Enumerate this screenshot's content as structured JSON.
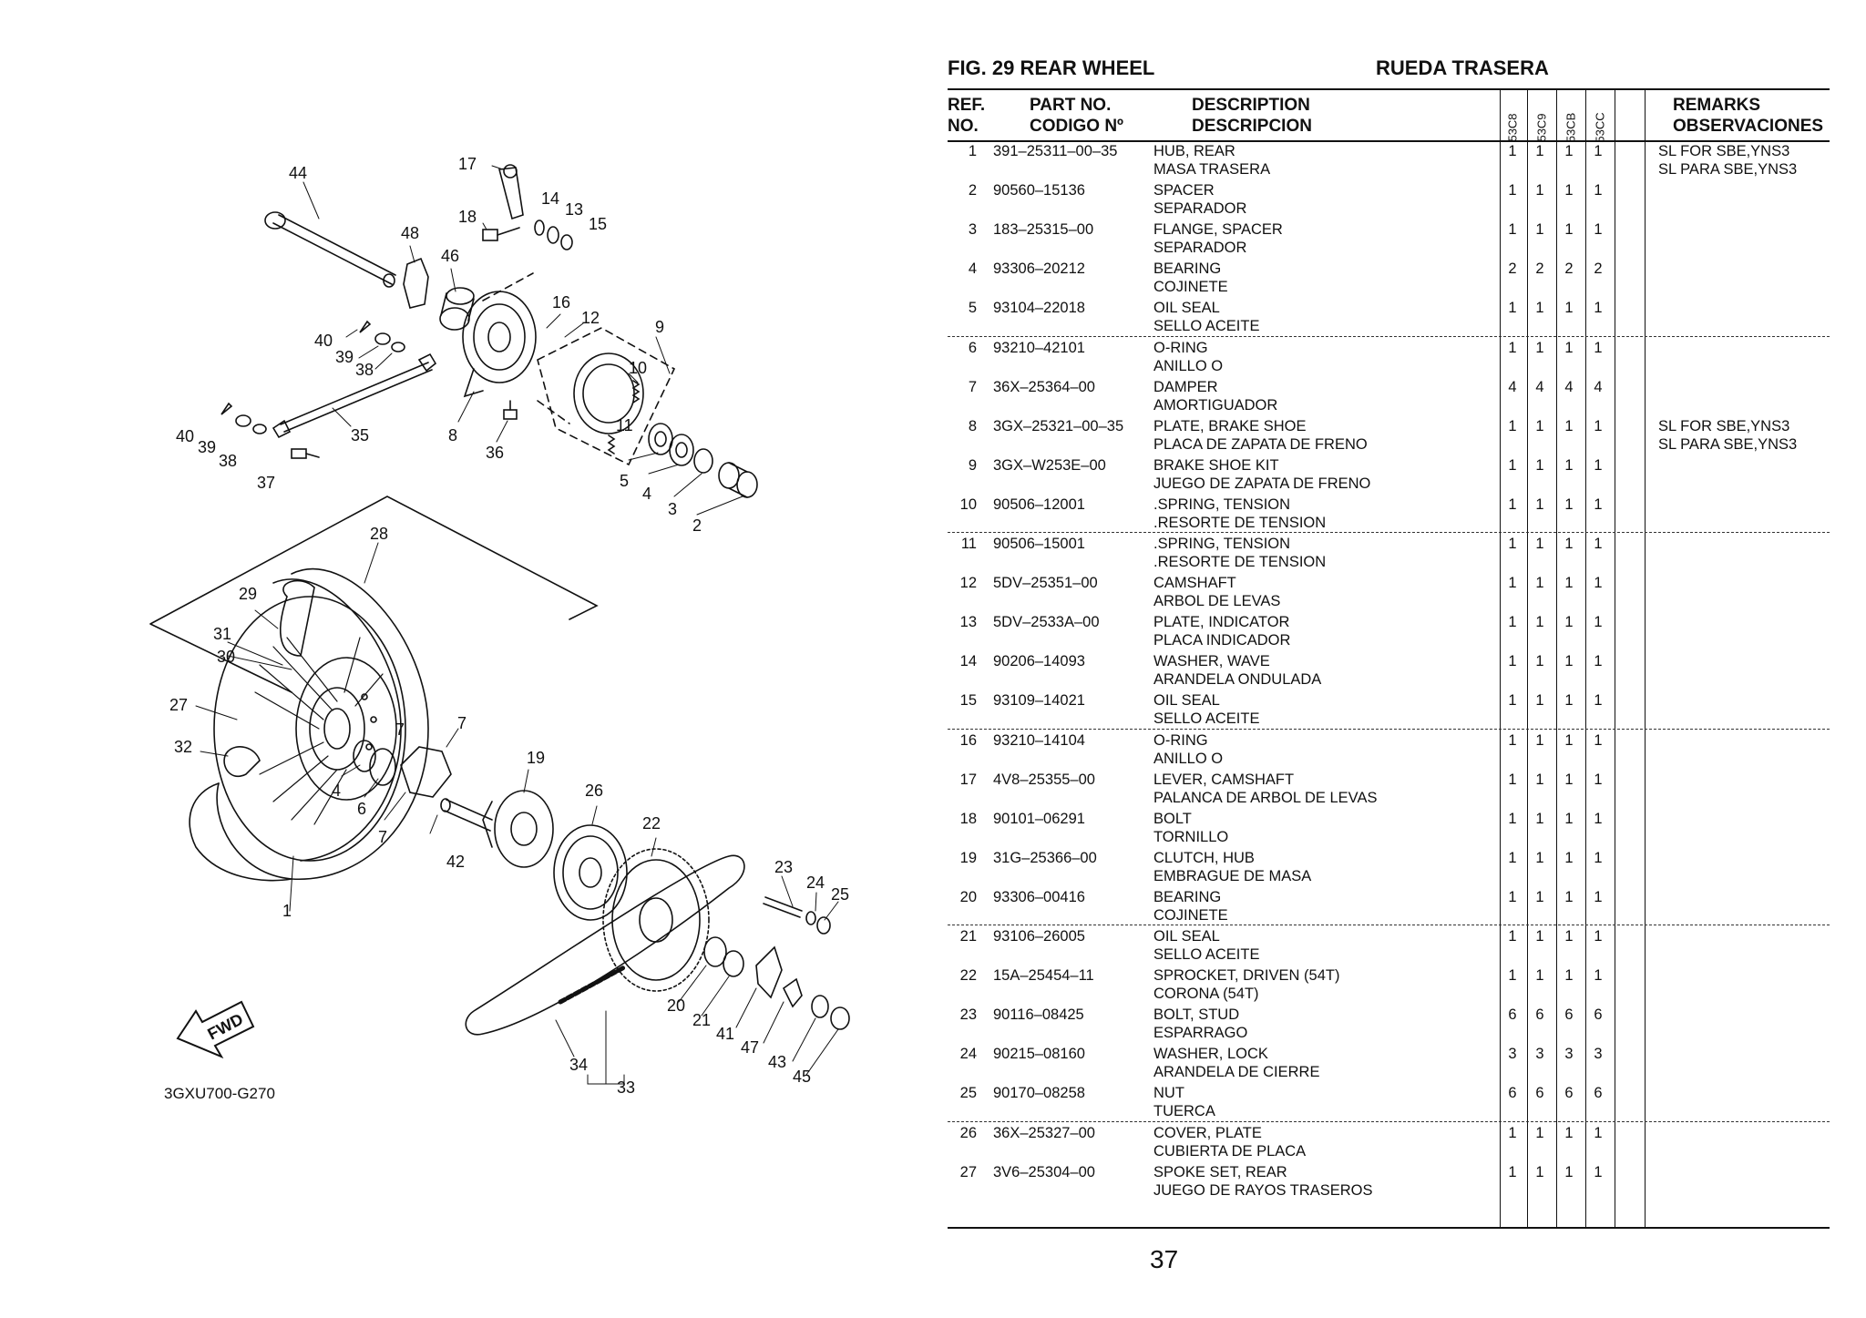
{
  "header": {
    "fig_label": "FIG.   29   REAR WHEEL",
    "fig_title_es": "RUEDA TRASERA"
  },
  "columns": {
    "ref_en": "REF.",
    "ref_es": "NO.",
    "part_en": "PART NO.",
    "part_es": "CODIGO Nº",
    "desc_en": "DESCRIPTION",
    "desc_es": "DESCRIPCION",
    "models": [
      "53C8",
      "53C9",
      "53CB",
      "53CC"
    ],
    "remarks_en": "REMARKS",
    "remarks_es": "OBSERVACIONES"
  },
  "parts": [
    {
      "ref": "1",
      "part": "391–25311–00–35",
      "desc_en": "HUB, REAR",
      "desc_es": "MASA  TRASERA",
      "qty": [
        "1",
        "1",
        "1",
        "1"
      ],
      "remark_en": "SL FOR SBE,YNS3",
      "remark_es": "SL PARA SBE,YNS3"
    },
    {
      "ref": "2",
      "part": "90560–15136",
      "desc_en": "SPACER",
      "desc_es": "SEPARADOR",
      "qty": [
        "1",
        "1",
        "1",
        "1"
      ],
      "remark_en": "",
      "remark_es": ""
    },
    {
      "ref": "3",
      "part": "183–25315–00",
      "desc_en": "FLANGE, SPACER",
      "desc_es": "SEPARADOR",
      "qty": [
        "1",
        "1",
        "1",
        "1"
      ],
      "remark_en": "",
      "remark_es": ""
    },
    {
      "ref": "4",
      "part": "93306–20212",
      "desc_en": "BEARING",
      "desc_es": "COJINETE",
      "qty": [
        "2",
        "2",
        "2",
        "2"
      ],
      "remark_en": "",
      "remark_es": ""
    },
    {
      "ref": "5",
      "part": "93104–22018",
      "desc_en": "OIL SEAL",
      "desc_es": "SELLO ACEITE",
      "qty": [
        "1",
        "1",
        "1",
        "1"
      ],
      "remark_en": "",
      "remark_es": ""
    },
    {
      "ref": "6",
      "part": "93210–42101",
      "desc_en": "O-RING",
      "desc_es": "ANILLO O",
      "qty": [
        "1",
        "1",
        "1",
        "1"
      ],
      "remark_en": "",
      "remark_es": ""
    },
    {
      "ref": "7",
      "part": "36X–25364–00",
      "desc_en": "DAMPER",
      "desc_es": "AMORTIGUADOR",
      "qty": [
        "4",
        "4",
        "4",
        "4"
      ],
      "remark_en": "",
      "remark_es": ""
    },
    {
      "ref": "8",
      "part": "3GX–25321–00–35",
      "desc_en": "PLATE, BRAKE SHOE",
      "desc_es": "PLACA  DE ZAPATA DE FRENO",
      "qty": [
        "1",
        "1",
        "1",
        "1"
      ],
      "remark_en": "SL FOR SBE,YNS3",
      "remark_es": "SL PARA SBE,YNS3"
    },
    {
      "ref": "9",
      "part": "3GX–W253E–00",
      "desc_en": "BRAKE SHOE KIT",
      "desc_es": "JUEGO DE ZAPATA DE FRENO",
      "qty": [
        "1",
        "1",
        "1",
        "1"
      ],
      "remark_en": "",
      "remark_es": ""
    },
    {
      "ref": "10",
      "part": "90506–12001",
      "desc_en": ".SPRING, TENSION",
      "desc_es": ".RESORTE  DE TENSION",
      "qty": [
        "1",
        "1",
        "1",
        "1"
      ],
      "remark_en": "",
      "remark_es": ""
    },
    {
      "ref": "11",
      "part": "90506–15001",
      "desc_en": ".SPRING, TENSION",
      "desc_es": ".RESORTE  DE TENSION",
      "qty": [
        "1",
        "1",
        "1",
        "1"
      ],
      "remark_en": "",
      "remark_es": ""
    },
    {
      "ref": "12",
      "part": "5DV–25351–00",
      "desc_en": "CAMSHAFT",
      "desc_es": "ARBOL DE LEVAS",
      "qty": [
        "1",
        "1",
        "1",
        "1"
      ],
      "remark_en": "",
      "remark_es": ""
    },
    {
      "ref": "13",
      "part": "5DV–2533A–00",
      "desc_en": "PLATE, INDICATOR",
      "desc_es": "PLACA  INDICADOR",
      "qty": [
        "1",
        "1",
        "1",
        "1"
      ],
      "remark_en": "",
      "remark_es": ""
    },
    {
      "ref": "14",
      "part": "90206–14093",
      "desc_en": "WASHER, WAVE",
      "desc_es": "ARANDELA  ONDULADA",
      "qty": [
        "1",
        "1",
        "1",
        "1"
      ],
      "remark_en": "",
      "remark_es": ""
    },
    {
      "ref": "15",
      "part": "93109–14021",
      "desc_en": "OIL SEAL",
      "desc_es": "SELLO ACEITE",
      "qty": [
        "1",
        "1",
        "1",
        "1"
      ],
      "remark_en": "",
      "remark_es": ""
    },
    {
      "ref": "16",
      "part": "93210–14104",
      "desc_en": "O-RING",
      "desc_es": "ANILLO O",
      "qty": [
        "1",
        "1",
        "1",
        "1"
      ],
      "remark_en": "",
      "remark_es": ""
    },
    {
      "ref": "17",
      "part": "4V8–25355–00",
      "desc_en": "LEVER, CAMSHAFT",
      "desc_es": "PALANCA  DE ARBOL DE LEVAS",
      "qty": [
        "1",
        "1",
        "1",
        "1"
      ],
      "remark_en": "",
      "remark_es": ""
    },
    {
      "ref": "18",
      "part": "90101–06291",
      "desc_en": "BOLT",
      "desc_es": "TORNILLO",
      "qty": [
        "1",
        "1",
        "1",
        "1"
      ],
      "remark_en": "",
      "remark_es": ""
    },
    {
      "ref": "19",
      "part": "31G–25366–00",
      "desc_en": "CLUTCH, HUB",
      "desc_es": "EMBRAGUE  DE MASA",
      "qty": [
        "1",
        "1",
        "1",
        "1"
      ],
      "remark_en": "",
      "remark_es": ""
    },
    {
      "ref": "20",
      "part": "93306–00416",
      "desc_en": "BEARING",
      "desc_es": "COJINETE",
      "qty": [
        "1",
        "1",
        "1",
        "1"
      ],
      "remark_en": "",
      "remark_es": ""
    },
    {
      "ref": "21",
      "part": "93106–26005",
      "desc_en": "OIL SEAL",
      "desc_es": "SELLO ACEITE",
      "qty": [
        "1",
        "1",
        "1",
        "1"
      ],
      "remark_en": "",
      "remark_es": ""
    },
    {
      "ref": "22",
      "part": "15A–25454–11",
      "desc_en": "SPROCKET, DRIVEN (54T)",
      "desc_es": "CORONA (54T)",
      "qty": [
        "1",
        "1",
        "1",
        "1"
      ],
      "remark_en": "",
      "remark_es": ""
    },
    {
      "ref": "23",
      "part": "90116–08425",
      "desc_en": "BOLT, STUD",
      "desc_es": "ESPARRAGO",
      "qty": [
        "6",
        "6",
        "6",
        "6"
      ],
      "remark_en": "",
      "remark_es": ""
    },
    {
      "ref": "24",
      "part": "90215–08160",
      "desc_en": "WASHER, LOCK",
      "desc_es": "ARANDELA  DE CIERRE",
      "qty": [
        "3",
        "3",
        "3",
        "3"
      ],
      "remark_en": "",
      "remark_es": ""
    },
    {
      "ref": "25",
      "part": "90170–08258",
      "desc_en": "NUT",
      "desc_es": "TUERCA",
      "qty": [
        "6",
        "6",
        "6",
        "6"
      ],
      "remark_en": "",
      "remark_es": ""
    },
    {
      "ref": "26",
      "part": "36X–25327–00",
      "desc_en": "COVER, PLATE",
      "desc_es": "CUBIERTA  DE PLACA",
      "qty": [
        "1",
        "1",
        "1",
        "1"
      ],
      "remark_en": "",
      "remark_es": ""
    },
    {
      "ref": "27",
      "part": "3V6–25304–00",
      "desc_en": "SPOKE SET, REAR",
      "desc_es": "JUEGO DE RAYOS  TRASEROS",
      "qty": [
        "1",
        "1",
        "1",
        "1"
      ],
      "remark_en": "",
      "remark_es": ""
    }
  ],
  "diagram": {
    "callouts": [
      "44",
      "17",
      "14",
      "13",
      "15",
      "18",
      "48",
      "46",
      "16",
      "12",
      "9",
      "10",
      "40",
      "39",
      "38",
      "11",
      "35",
      "8",
      "36",
      "5",
      "4",
      "3",
      "2",
      "40",
      "39",
      "38",
      "37",
      "28",
      "29",
      "31",
      "30",
      "27",
      "32",
      "7",
      "7",
      "4",
      "6",
      "7",
      "19",
      "26",
      "22",
      "42",
      "23",
      "24",
      "25",
      "1",
      "20",
      "21",
      "41",
      "47",
      "43",
      "45",
      "34",
      "33"
    ],
    "fwd_label": "FWD",
    "caption": "3GXU700-G270"
  },
  "footer": {
    "page_number": "37"
  }
}
